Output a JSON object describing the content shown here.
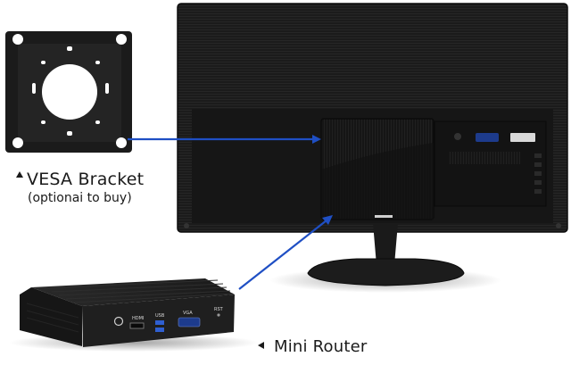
{
  "labels": {
    "vesa_title": "VESA Bracket",
    "vesa_subtitle": "(optionai to buy)",
    "router_title": "Mini Router"
  },
  "ports": {
    "hdmi": "HDMI",
    "usb": "USB",
    "vga": "VGA",
    "rst": "RST"
  },
  "colors": {
    "arrow": "#1f4fc4",
    "device": "#141414",
    "text": "#1a1a1a"
  }
}
